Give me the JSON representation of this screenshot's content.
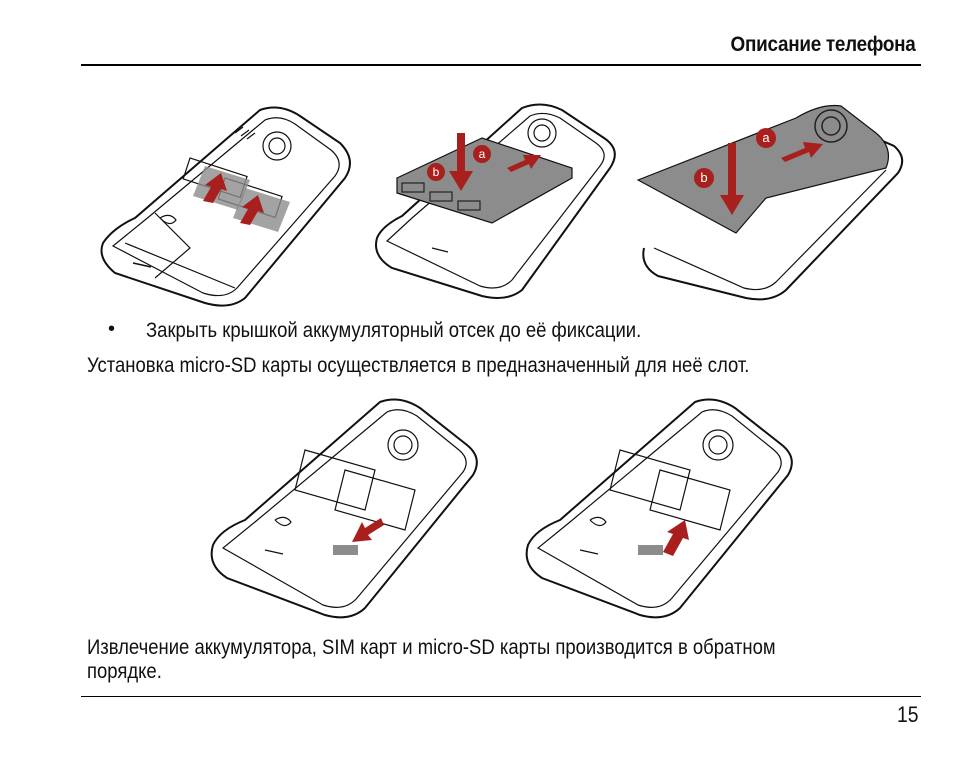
{
  "header": {
    "title": "Описание телефона"
  },
  "figures_row1": [
    {
      "id": "insert-sim-cards",
      "caption_labels": []
    },
    {
      "id": "insert-battery",
      "caption_labels": [
        "a",
        "b"
      ]
    },
    {
      "id": "attach-back-cover",
      "caption_labels": [
        "a",
        "b"
      ]
    }
  ],
  "body": {
    "bullet_symbol": "•",
    "bullet_text": "Закрыть крышкой аккумуляторный отсек до её фиксации.",
    "paragraph1": "Установка micro-SD карты осуществляется в предназначенный для неё слот.",
    "paragraph2_line1": "Извлечение аккумулятора, SIM карт и micro-SD карты производится в обратном",
    "paragraph2_line2": "порядке."
  },
  "figures_row2": [
    {
      "id": "insert-microsd"
    },
    {
      "id": "remove-microsd"
    }
  ],
  "labels": {
    "a": "a",
    "b": "b"
  },
  "colors": {
    "accent_red": "#a8201e",
    "gray_part": "#8c8c8c",
    "ink": "#111111"
  },
  "footer": {
    "page_number": "15"
  }
}
